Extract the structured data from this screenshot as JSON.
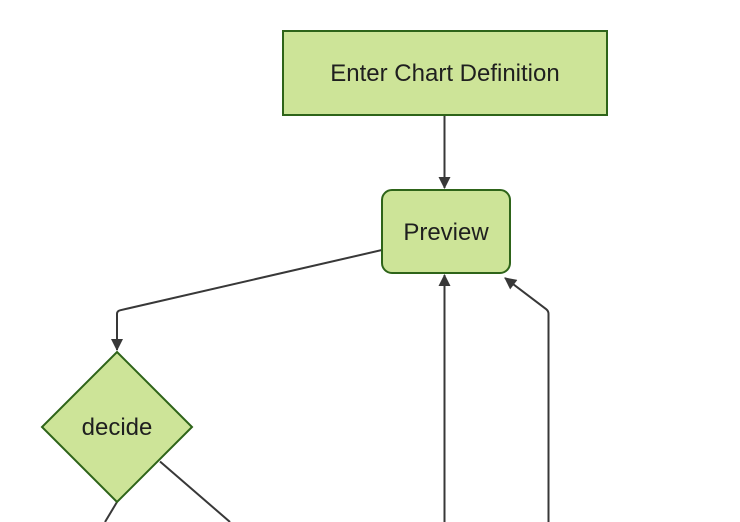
{
  "diagram": {
    "type": "flowchart",
    "direction": "top-down",
    "theme": "forest",
    "background_color": "#ffffff",
    "node_fill_color": "#cde498",
    "node_border_color": "#2e6419",
    "edge_color": "#383838",
    "text_color": "#1f1f1f",
    "nodes": [
      {
        "id": "A",
        "label": "Enter Chart Definition",
        "shape": "rectangle"
      },
      {
        "id": "B",
        "label": "Preview",
        "shape": "rounded-rectangle"
      },
      {
        "id": "C",
        "label": "decide",
        "shape": "diamond"
      }
    ],
    "edges": [
      {
        "from": "A",
        "to": "B",
        "arrow": true
      },
      {
        "from": "B",
        "to": "C",
        "arrow": true
      },
      {
        "from": "offscreen-bottom",
        "to": "B",
        "arrow": true
      },
      {
        "from": "offscreen-bottom-right",
        "to": "B",
        "arrow": true
      },
      {
        "from": "C",
        "to": "offscreen-bottom-left",
        "arrow": false
      },
      {
        "from": "C",
        "to": "offscreen-bottom-right",
        "arrow": false
      }
    ]
  }
}
